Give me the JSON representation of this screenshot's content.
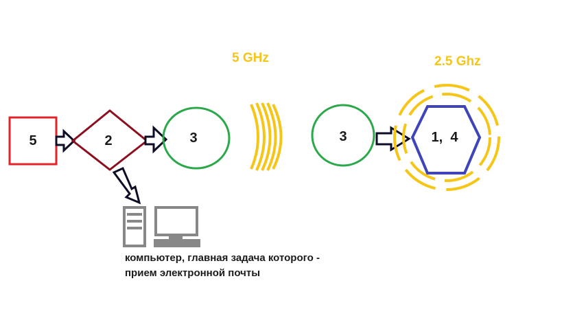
{
  "diagram": {
    "frequency_left": "5 GHz",
    "frequency_right": "2.5 Ghz",
    "nodes": {
      "square": "5",
      "diamond": "2",
      "circle_left": "3",
      "circle_right": "3",
      "hexagon": "1,  4"
    },
    "caption_lines": [
      "компьютер, главная задача которого -",
      "прием электронной почты"
    ],
    "colors": {
      "square": "#e3232a",
      "diamond": "#8b0f1f",
      "circle": "#2aa84a",
      "hexagon": "#3f44b8",
      "signal": "#f5c518",
      "arrow": "#0d0d26",
      "computer": "#888888"
    }
  }
}
